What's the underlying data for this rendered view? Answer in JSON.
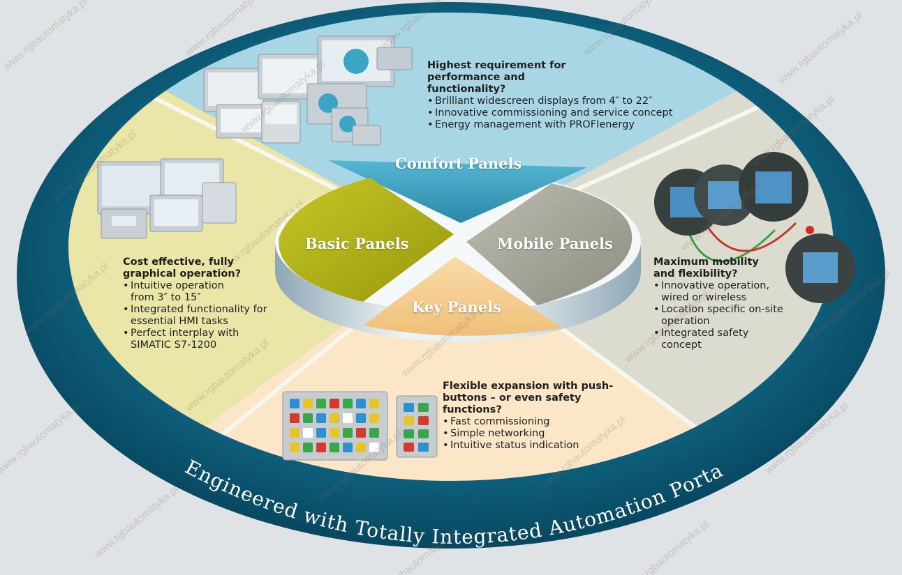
{
  "segments": {
    "comfort": {
      "label": "Comfort Panels",
      "color": "#3a9ab8"
    },
    "basic": {
      "label": "Basic Panels",
      "color": "#b4b512"
    },
    "mobile": {
      "label": "Mobile Panels",
      "color": "#a9a89c"
    },
    "key": {
      "label": "Key Panels",
      "color": "#f5cf93"
    }
  },
  "blocks": {
    "comfort": {
      "head": "Highest requirement for performance and functionality?",
      "bullets": [
        "Brilliant widescreen displays from 4″ to 22″",
        "Innovative commissioning and service concept",
        "Energy management with PROFIenergy"
      ]
    },
    "basic": {
      "head": "Cost effective, fully graphical operation?",
      "bullets": [
        "Intuitive operation from 3″ to 15″",
        "Integrated functionality for essential HMI tasks",
        "Perfect interplay with SIMATIC S7-1200"
      ]
    },
    "mobile": {
      "head": "Maximum mobility and flexibility?",
      "bullets": [
        "Innovative operation, wired or wireless",
        "Location specific on-site operation",
        "Integrated safety concept"
      ]
    },
    "key": {
      "head": "Flexible expansion with push-buttons – or even safety functions?",
      "bullets": [
        "Fast commissioning",
        "Simple networking",
        "Intuitive status indication"
      ]
    }
  },
  "ring_text": "Engineered with Totally Integrated Automation Portal",
  "watermark": "www.rgbautomatyka.pl",
  "colors": {
    "background": "#dfe3e5",
    "ring": "#0e5f7c",
    "comfort_area": "#a9d6e5",
    "basic_area": "#e9e6a8",
    "mobile_area": "#dcdbd0",
    "key_area": "#fbe6c8"
  }
}
